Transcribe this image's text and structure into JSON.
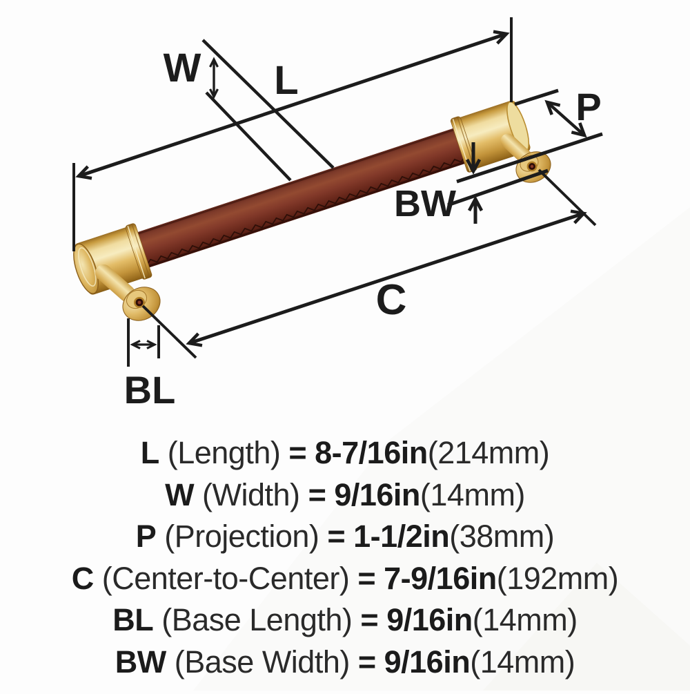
{
  "diagram": {
    "labels": {
      "length": "L",
      "width": "W",
      "projection": "P",
      "center_to_center": "C",
      "base_length": "BL",
      "base_width": "BW"
    },
    "colors": {
      "line": "#1c1c1c",
      "leather": "#7c3628",
      "brass": "#d4a952"
    }
  },
  "specs": [
    {
      "code": "L",
      "name": "(Length)",
      "equals": "=",
      "value": "8-7/16in",
      "metric": "(214mm)"
    },
    {
      "code": "W",
      "name": "(Width)",
      "equals": "=",
      "value": "9/16in",
      "metric": "(14mm)"
    },
    {
      "code": "P",
      "name": "(Projection)",
      "equals": "=",
      "value": "1-1/2in",
      "metric": "(38mm)"
    },
    {
      "code": "C",
      "name": "(Center-to-Center)",
      "equals": "=",
      "value": "7-9/16in",
      "metric": "(192mm)"
    },
    {
      "code": "BL",
      "name": "(Base Length)",
      "equals": "=",
      "value": "9/16in",
      "metric": "(14mm)"
    },
    {
      "code": "BW",
      "name": "(Base Width)",
      "equals": "=",
      "value": "9/16in",
      "metric": "(14mm)"
    }
  ]
}
